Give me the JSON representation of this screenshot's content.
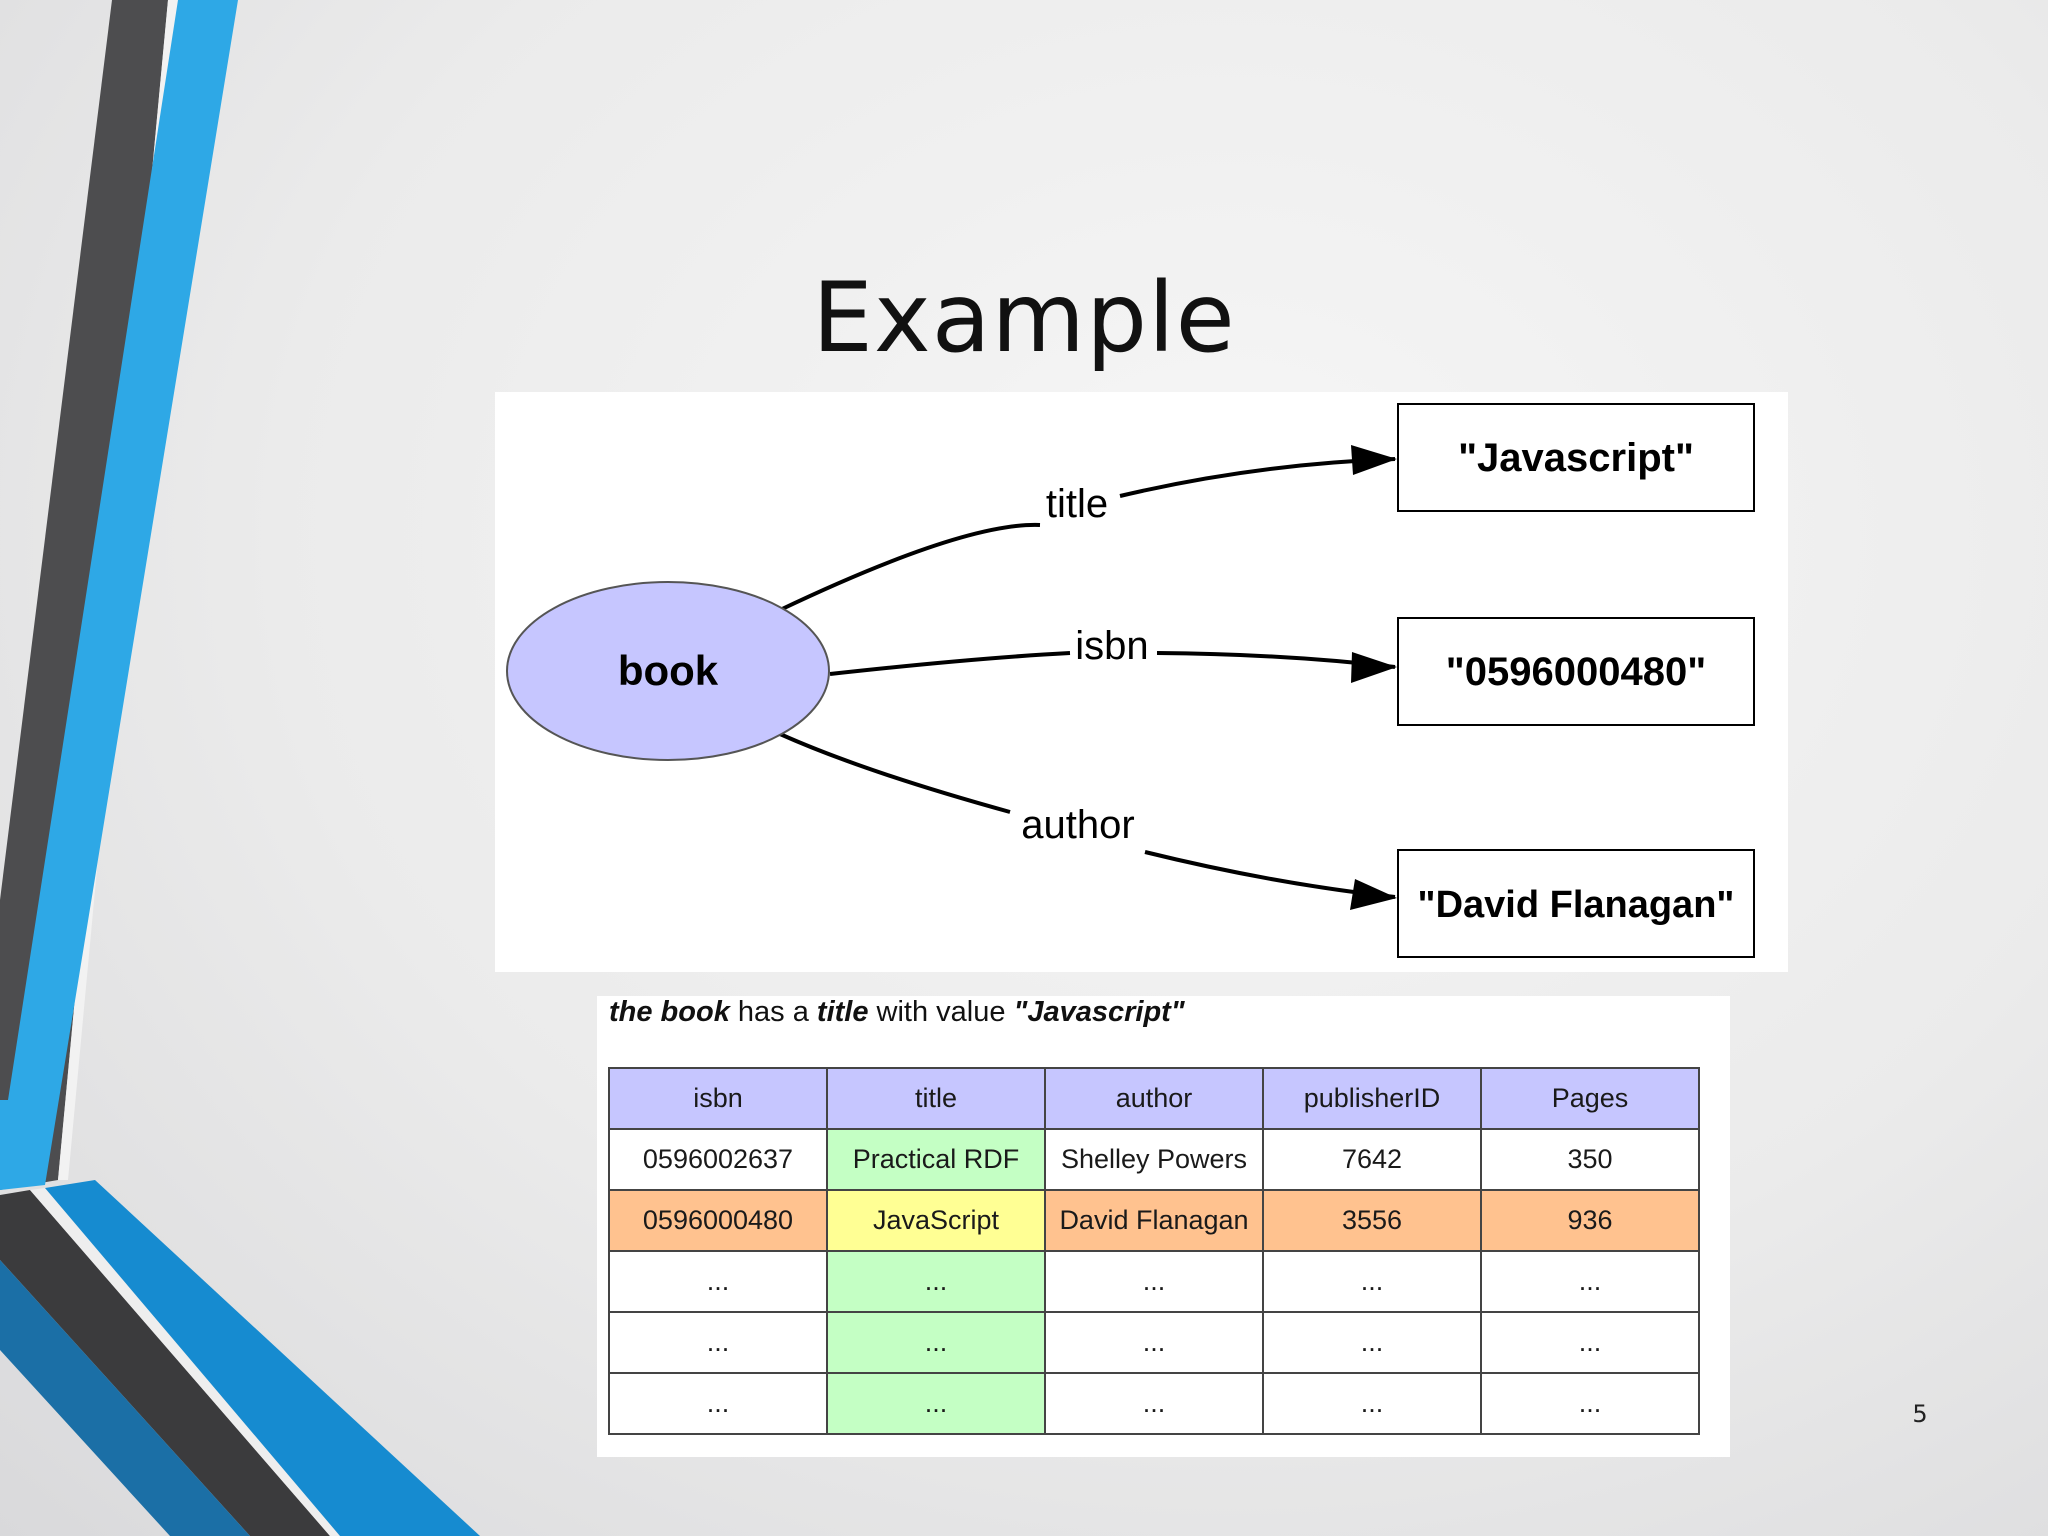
{
  "slide": {
    "title": "Example",
    "page_number": "5"
  },
  "colors": {
    "accent_blue": "#2ea8e6",
    "accent_dark": "#4a4a4a",
    "node_fill": "#c6c6ff",
    "header_fill": "#c6c6ff",
    "title_column_fill": "#c4ffc4",
    "highlight_row_fill": "#ffc28f",
    "highlight_cell_fill": "#ffff94"
  },
  "graph": {
    "subject": "book",
    "edges": [
      {
        "predicate": "title",
        "object": "\"Javascript\""
      },
      {
        "predicate": "isbn",
        "object": "\"0596000480\""
      },
      {
        "predicate": "author",
        "object": "\"David Flanagan\""
      }
    ]
  },
  "caption": {
    "subject": "the book",
    "has_a": "has a",
    "predicate": "title",
    "with_value": "with value",
    "value": "\"Javascript\""
  },
  "table": {
    "headers": [
      "isbn",
      "title",
      "author",
      "publisherID",
      "Pages"
    ],
    "rows": [
      [
        "0596002637",
        "Practical RDF",
        "Shelley Powers",
        "7642",
        "350"
      ],
      [
        "0596000480",
        "JavaScript",
        "David Flanagan",
        "3556",
        "936"
      ],
      [
        "...",
        "...",
        "...",
        "...",
        "..."
      ],
      [
        "...",
        "...",
        "...",
        "...",
        "..."
      ],
      [
        "...",
        "...",
        "...",
        "...",
        "..."
      ]
    ],
    "highlighted_row": 1
  }
}
